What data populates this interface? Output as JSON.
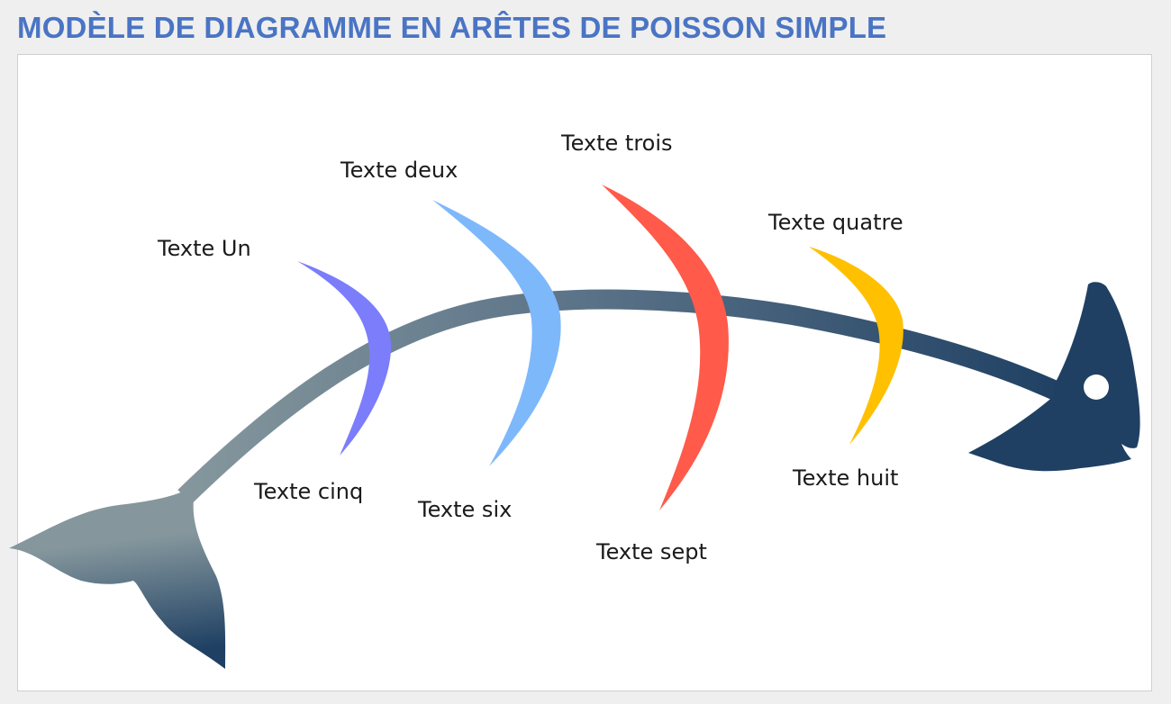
{
  "title": "MODÈLE DE DIAGRAMME EN ARÊTES DE POISSON SIMPLE",
  "labels": {
    "top": [
      "Texte Un",
      "Texte deux",
      "Texte trois",
      "Texte quatre"
    ],
    "bottom": [
      "Texte cinq",
      "Texte six",
      "Texte sept",
      "Texte huit"
    ]
  },
  "colors": {
    "title": "#4a74c4",
    "bone1": "#7b7dfb",
    "bone2": "#7db8fb",
    "bone3": "#ff5a4a",
    "bone4": "#ffc000",
    "head": "#1f4063",
    "tail_light": "#85979d"
  }
}
